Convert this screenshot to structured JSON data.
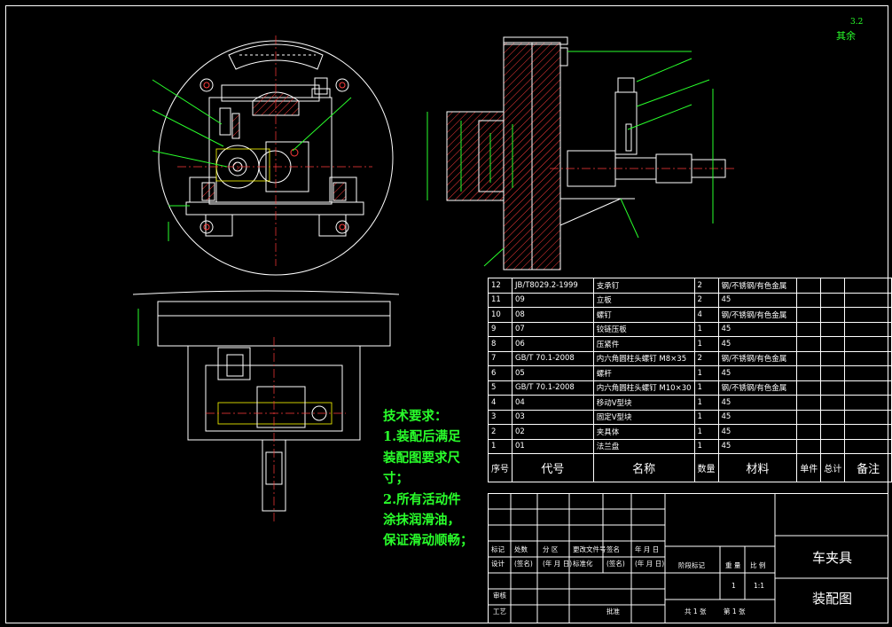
{
  "tech_requirements": {
    "title": "技术要求：",
    "lines": [
      "1.装配后满足",
      "装配图要求尺",
      "寸；",
      "2.所有活动件",
      "涂抹润滑油，",
      "保证滑动顺畅；"
    ]
  },
  "roughness": {
    "label": "其余",
    "value": "3.2"
  },
  "bom": {
    "rows": [
      {
        "no": "12",
        "code": "JB/T8029.2-1999",
        "name": "支承钉",
        "qty": "2",
        "material": "钢/不锈钢/有色金属"
      },
      {
        "no": "11",
        "code": "09",
        "name": "立板",
        "qty": "2",
        "material": "45"
      },
      {
        "no": "10",
        "code": "08",
        "name": "螺钉",
        "qty": "4",
        "material": "钢/不锈钢/有色金属"
      },
      {
        "no": "9",
        "code": "07",
        "name": "铰链压板",
        "qty": "1",
        "material": "45"
      },
      {
        "no": "8",
        "code": "06",
        "name": "压紧件",
        "qty": "1",
        "material": "45"
      },
      {
        "no": "7",
        "code": "GB/T 70.1-2008",
        "name": "内六角圆柱头螺钉 M8×35",
        "qty": "2",
        "material": "钢/不锈钢/有色金属"
      },
      {
        "no": "6",
        "code": "05",
        "name": "螺杆",
        "qty": "1",
        "material": "45"
      },
      {
        "no": "5",
        "code": "GB/T 70.1-2008",
        "name": "内六角圆柱头螺钉 M10×30",
        "qty": "1",
        "material": "钢/不锈钢/有色金属"
      },
      {
        "no": "4",
        "code": "04",
        "name": "移动V型块",
        "qty": "1",
        "material": "45"
      },
      {
        "no": "3",
        "code": "03",
        "name": "固定V型块",
        "qty": "1",
        "material": "45"
      },
      {
        "no": "2",
        "code": "02",
        "name": "夹具体",
        "qty": "1",
        "material": "45"
      },
      {
        "no": "1",
        "code": "01",
        "name": "法兰盘",
        "qty": "1",
        "material": "45"
      }
    ],
    "headers": {
      "no": "序号",
      "code": "代号",
      "name": "名称",
      "qty": "数量",
      "material": "材料",
      "unit": "单件",
      "total": "总计",
      "remark": "备注"
    }
  },
  "title_block": {
    "row_labels1": [
      "标记",
      "处数",
      "分 区",
      "更改文件号",
      "签名",
      "年 月 日"
    ],
    "row_labels2": [
      "设计",
      "(签名)",
      "(年 月 日)",
      "标准化",
      "(签名)",
      "(年 月 日)"
    ],
    "approve": "审核",
    "process": "工艺",
    "approve_label": "批准",
    "stage_label": "阶段标记",
    "weight_label": "重 量",
    "scale_label": "比 例",
    "qty": "1",
    "scale": "1:1",
    "sheets_total": "共 1 张",
    "sheet_no": "第 1 张",
    "drawing_name": "车夹具",
    "drawing_type": "装配图"
  },
  "colors": {
    "line": "#ffffff",
    "green": "#29ff2b",
    "red": "#ff3b3b",
    "hatch": "#ff3b3b",
    "yellow": "#ffff00",
    "cyan": "#00ffff"
  }
}
